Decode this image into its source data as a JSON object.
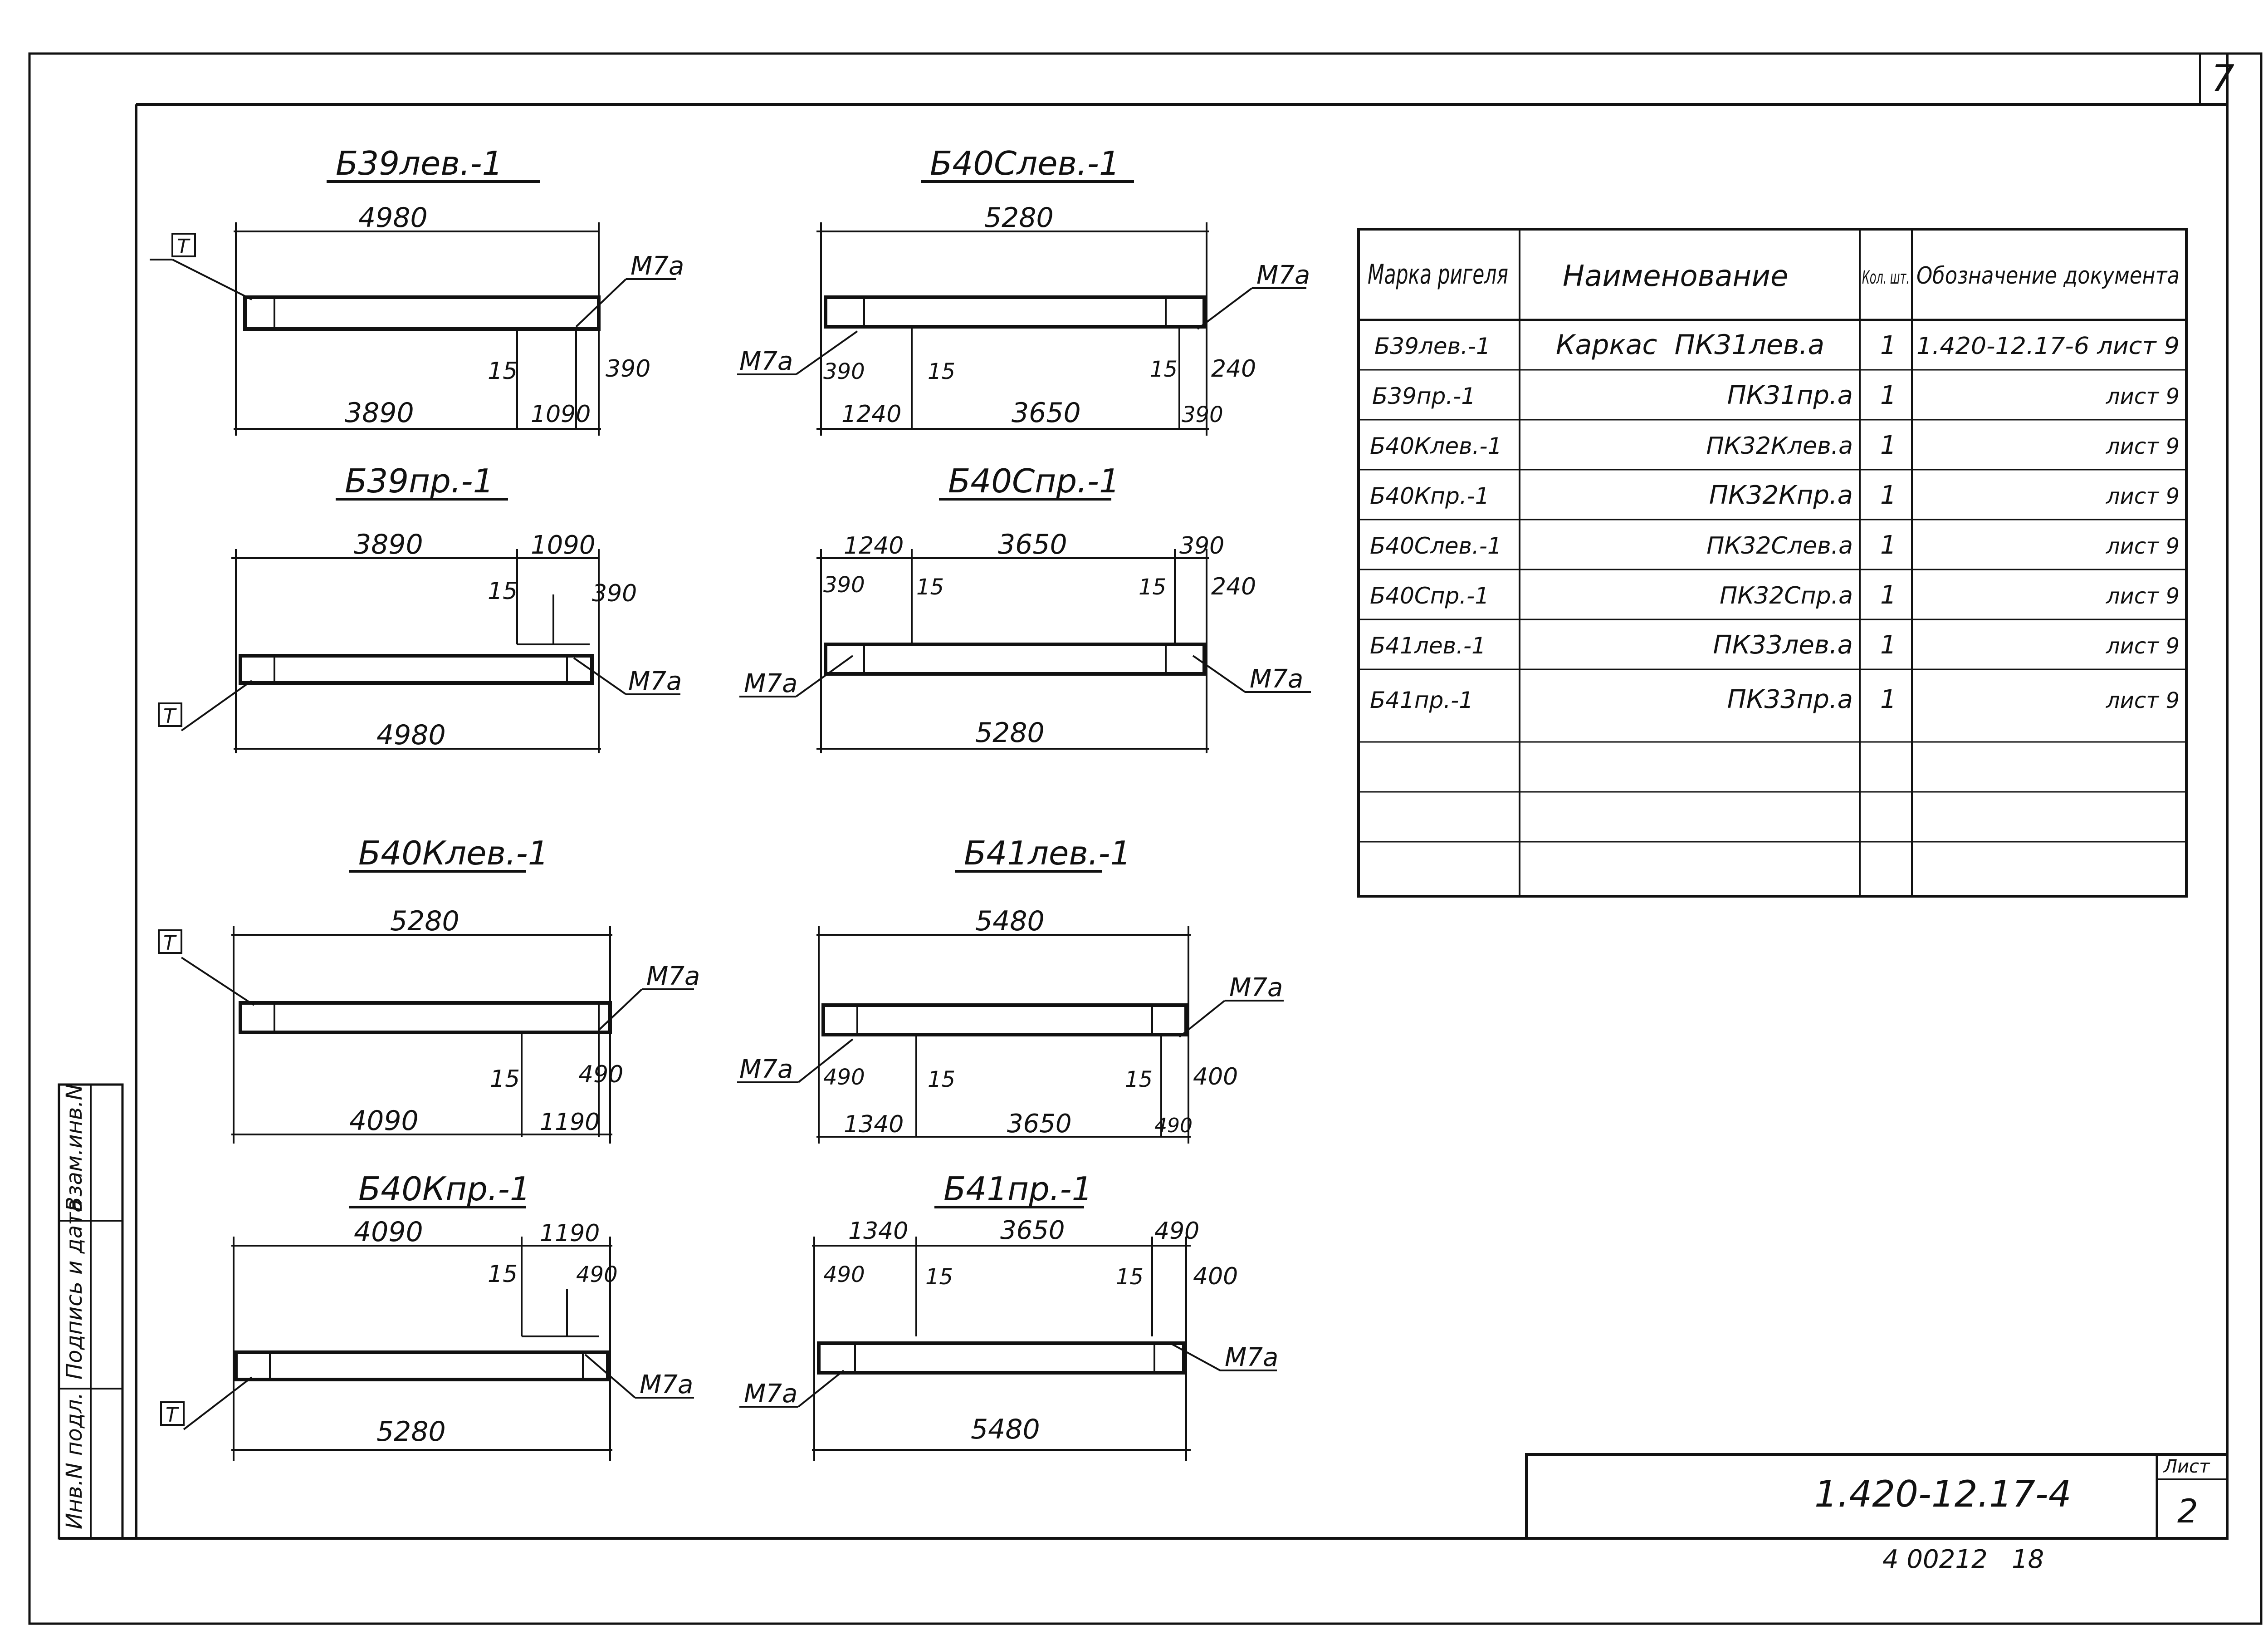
{
  "corner_page": "7",
  "beams": [
    {
      "title": "Б39лев.-1",
      "overall": "4980",
      "seg_a": "3890",
      "seg_b": "1090",
      "gap": "15",
      "height": "390",
      "mark": "М7а",
      "tag": "Т"
    },
    {
      "title": "Б39пр.-1",
      "overall": "4980",
      "seg_a": "3890",
      "seg_b": "1090",
      "gap": "15",
      "height": "390",
      "mark": "М7а",
      "tag": "Т"
    },
    {
      "title": "Б40Клев.-1",
      "overall": "5280",
      "seg_a": "4090",
      "seg_b": "1190",
      "gap": "15",
      "height": "490",
      "mark": "М7а",
      "tag": "Т"
    },
    {
      "title": "Б40Кпр.-1",
      "overall": "5280",
      "seg_a": "4090",
      "seg_b": "1190",
      "gap": "15",
      "height": "490",
      "mark": "М7а",
      "tag": "Т"
    },
    {
      "title": "Б40Слев.-1",
      "overall": "5280",
      "seg_l": "1240",
      "seg_m": "3650",
      "seg_r": "390",
      "gap_l": "15",
      "gap_r": "15",
      "h_l": "390",
      "h_r": "240",
      "mark_l": "М7а",
      "mark_r": "М7а"
    },
    {
      "title": "Б40Спр.-1",
      "overall": "5280",
      "seg_l": "1240",
      "seg_m": "3650",
      "seg_r": "390",
      "gap_l": "15",
      "gap_r": "15",
      "h_l": "390",
      "h_r": "240",
      "mark_l": "М7а",
      "mark_r": "М7а"
    },
    {
      "title": "Б41лев.-1",
      "overall": "5480",
      "seg_l": "1340",
      "seg_m": "3650",
      "seg_r": "490",
      "gap_l": "15",
      "gap_r": "15",
      "h_l": "490",
      "h_r": "400",
      "mark_l": "М7а",
      "mark_r": "М7а"
    },
    {
      "title": "Б41пр.-1",
      "overall": "5480",
      "seg_l": "1340",
      "seg_m": "3650",
      "seg_r": "490",
      "gap_l": "15",
      "gap_r": "15",
      "h_l": "490",
      "h_r": "400",
      "mark_l": "М7а",
      "mark_r": "М7а"
    }
  ],
  "table": {
    "headers": [
      "Марка ригеля",
      "Наименование",
      "Кол. шт.",
      "Обозначение документа"
    ],
    "rows": [
      [
        "Б39лев.-1",
        "Каркас  ПК31лев.а",
        "1",
        "1.420-12.17-6 лист 9"
      ],
      [
        "Б39пр.-1",
        "ПК31пр.а",
        "1",
        "лист 9"
      ],
      [
        "Б40Клев.-1",
        "ПК32Клев.а",
        "1",
        "лист 9"
      ],
      [
        "Б40Кпр.-1",
        "ПК32Кпр.а",
        "1",
        "лист 9"
      ],
      [
        "Б40Слев.-1",
        "ПК32Слев.а",
        "1",
        "лист 9"
      ],
      [
        "Б40Спр.-1",
        "ПК32Спр.а",
        "1",
        "лист 9"
      ],
      [
        "Б41лев.-1",
        "ПК33лев.а",
        "1",
        "лист 9"
      ],
      [
        "Б41пр.-1",
        "ПК33пр.а",
        "1",
        "лист 9"
      ],
      [
        "",
        "",
        "",
        ""
      ],
      [
        "",
        "",
        "",
        ""
      ],
      [
        "",
        "",
        "",
        ""
      ]
    ]
  },
  "title_block": {
    "doc_code": "1.420-12.17-4",
    "sheet_label": "Лист",
    "sheet_no": "2"
  },
  "below_block": "4 00212   18",
  "side_stamp": [
    "Инв.N подл.",
    "Подпись и дата",
    "Взам.инв.N"
  ]
}
